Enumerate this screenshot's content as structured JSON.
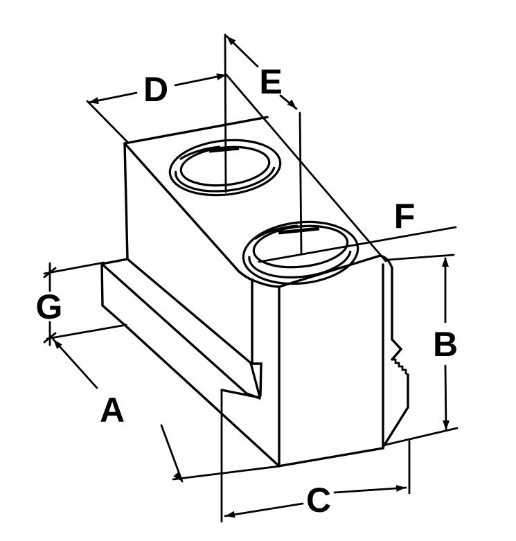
{
  "figure": {
    "type": "isometric-technical-line-drawing",
    "subject": "t-nut-block-with-two-holes-and-flange",
    "background_color": "#ffffff",
    "line_color": "#000000"
  },
  "labels": {
    "A": {
      "text": "A"
    },
    "B": {
      "text": "B"
    },
    "C": {
      "text": "C"
    },
    "D": {
      "text": "D"
    },
    "E": {
      "text": "E"
    },
    "F": {
      "text": "F"
    },
    "G": {
      "text": "G"
    }
  }
}
